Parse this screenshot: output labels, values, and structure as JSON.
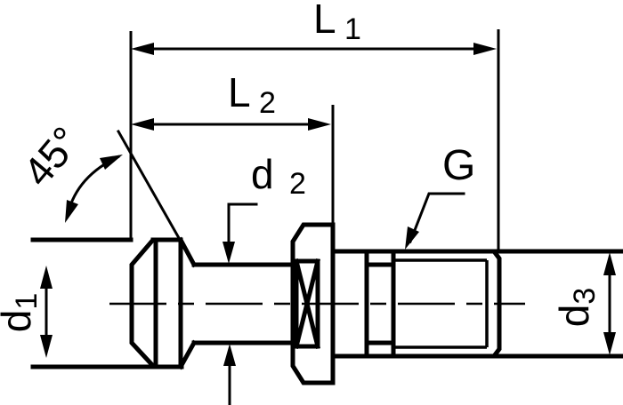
{
  "drawing": {
    "labels": {
      "l1": {
        "main": "L",
        "sub": "1"
      },
      "l2": {
        "main": "L",
        "sub": "2"
      },
      "d1": {
        "main": "d",
        "sub": "1"
      },
      "d2": {
        "main": "d",
        "sub": "2"
      },
      "d3": {
        "main": "d",
        "sub": "3"
      },
      "chamfer_angle": "45°",
      "thread": "G"
    },
    "colors": {
      "ink": "#000000",
      "paper": "#ffffff"
    }
  }
}
